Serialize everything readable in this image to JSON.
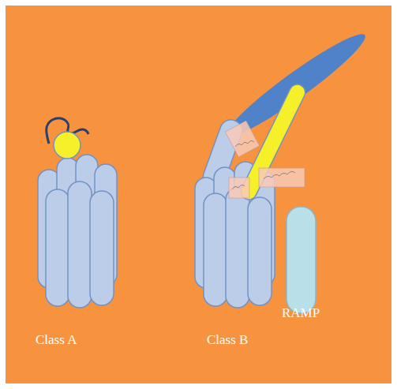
{
  "diagram": {
    "labels": [
      "Class A",
      "Class B",
      "RAMP"
    ]
  }
}
